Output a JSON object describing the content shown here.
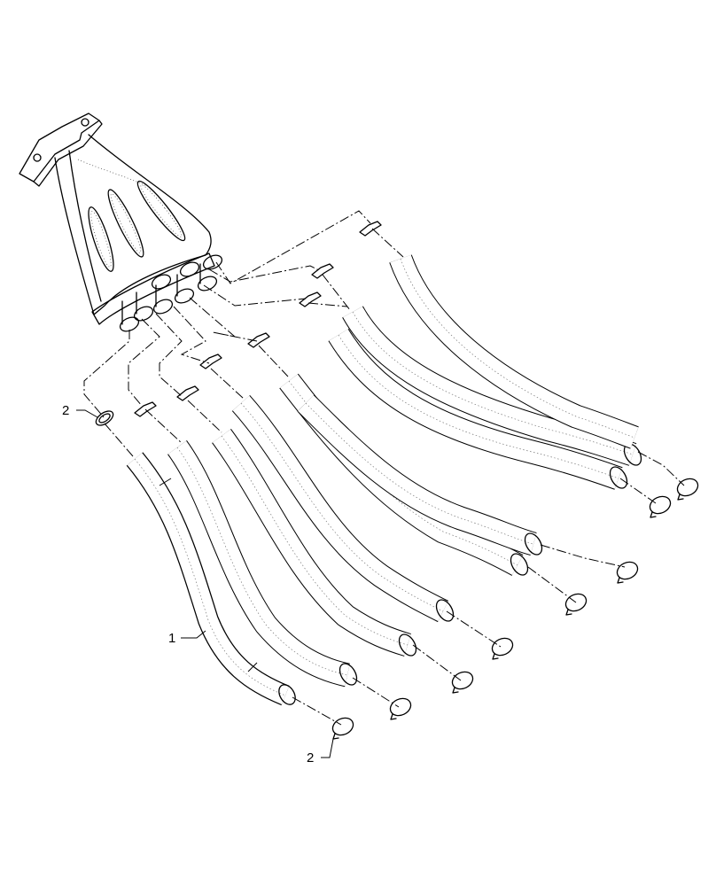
{
  "callouts": [
    {
      "id": "hose-callout",
      "label": "1"
    },
    {
      "id": "clamp-top-callout",
      "label": "2"
    },
    {
      "id": "clamp-bottom-callout",
      "label": "2"
    }
  ]
}
